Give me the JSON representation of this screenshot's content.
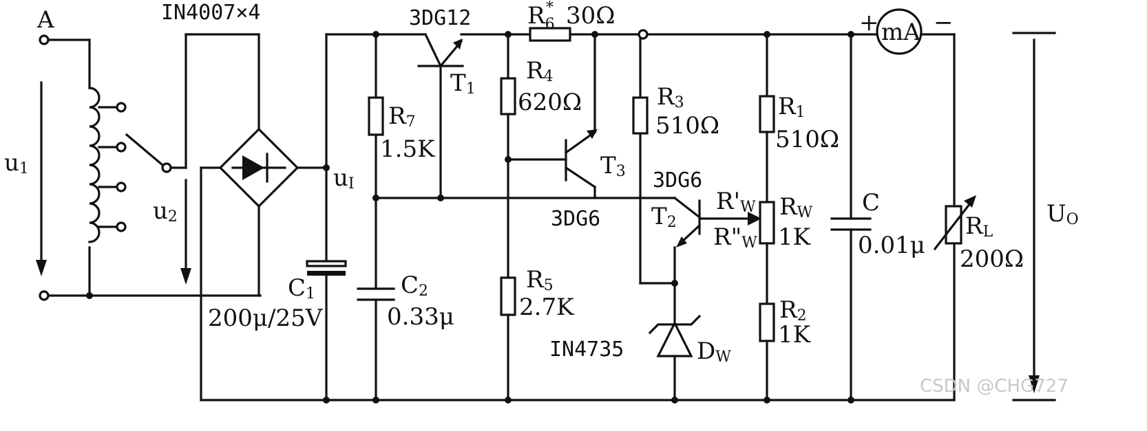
{
  "diagram": {
    "labels": {
      "terminal_a": "A",
      "diode_bridge": "IN4007×4",
      "t1_type": "3DG12",
      "r6": "R",
      "r6_sub": "6",
      "r6_star": "*",
      "r6_value": "30Ω",
      "u1": "u",
      "u1_sub": "1",
      "u2": "u",
      "u2_sub": "2",
      "ui": "u",
      "ui_sub": "I",
      "r7": "R",
      "r7_sub": "7",
      "r7_value": "1.5K",
      "t1": "T",
      "t1_sub": "1",
      "r4": "R",
      "r4_sub": "4",
      "r4_value": "620Ω",
      "t3": "T",
      "t3_sub": "3",
      "t3_type": "3DG6",
      "r3": "R",
      "r3_sub": "3",
      "r3_value": "510Ω",
      "t2_type": "3DG6",
      "t2": "T",
      "t2_sub": "2",
      "r1": "R",
      "r1_sub": "1",
      "r1_value": "510Ω",
      "rw_upper": "R'",
      "rw_upper_sub": "W",
      "rw_lower": "R\"",
      "rw_lower_sub": "W",
      "rw": "R",
      "rw_sub": "W",
      "rw_value": "1K",
      "c": "C",
      "c_value": "0.01μ",
      "meter_plus": "+",
      "meter": "mA",
      "meter_minus": "−",
      "rl": "R",
      "rl_sub": "L",
      "rl_value": "200Ω",
      "uo": "U",
      "uo_sub": "O",
      "c1": "C",
      "c1_sub": "1",
      "c1_value": "200μ/25V",
      "c2": "C",
      "c2_sub": "2",
      "c2_value": "0.33μ",
      "r5": "R",
      "r5_sub": "5",
      "r5_value": "2.7K",
      "dw_type": "IN4735",
      "dw": "D",
      "dw_sub": "W",
      "r2": "R",
      "r2_sub": "2",
      "r2_value": "1K"
    },
    "watermark": "CSDN @CHG727"
  }
}
